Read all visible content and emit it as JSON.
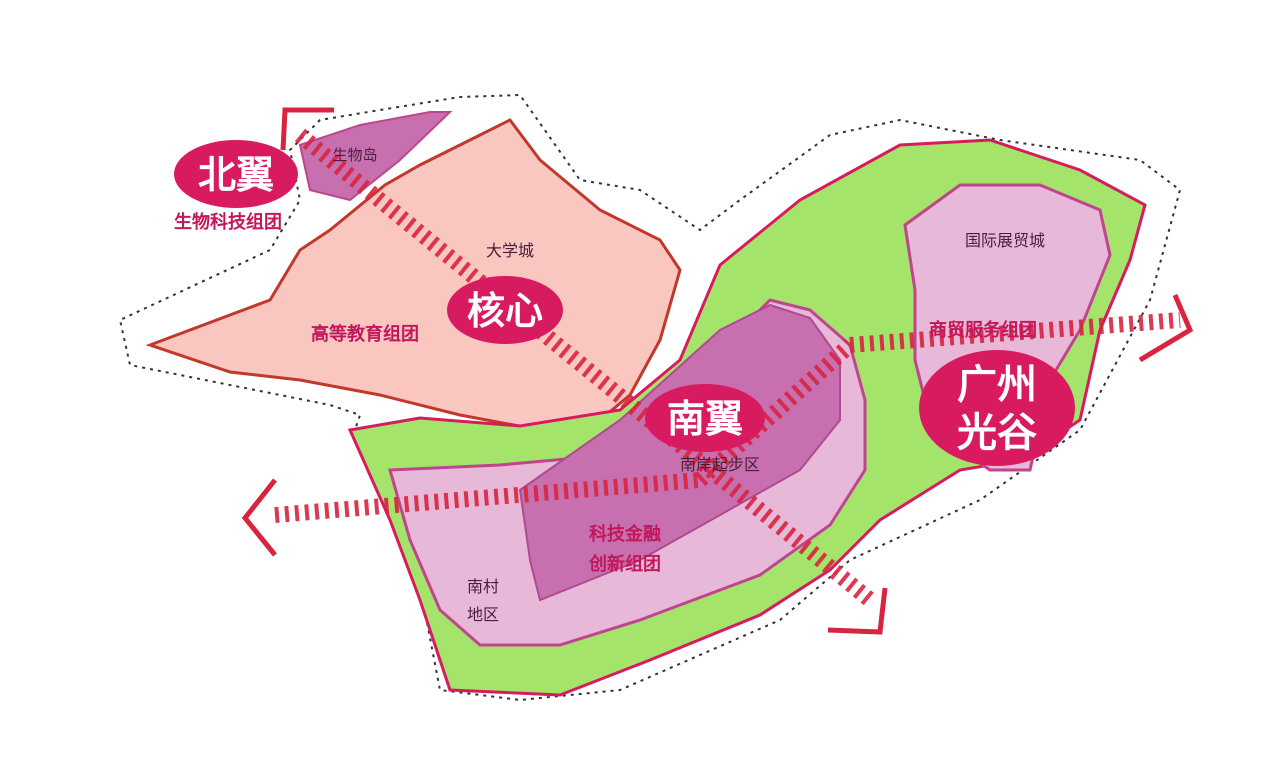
{
  "map": {
    "colors": {
      "green_zone": "#a5e46a",
      "green_zone_border": "#d81b60",
      "inner_zone": "#e8b8d8",
      "inner_zone_border": "#c0458f",
      "innovation_zone": "#c86fb0",
      "university_zone": "#f9c6c0",
      "university_border": "#c0392b",
      "node_fill": "#d81b60",
      "corridor": "#d8243f",
      "boundary": "#333333"
    },
    "nodes": {
      "beiwan": "北翼",
      "hexin": "核心",
      "nanyi": "南翼",
      "guangzhou_guanggu_line1": "广州",
      "guangzhou_guanggu_line2": "光谷"
    },
    "zone_labels": {
      "shengwudao": "生物岛",
      "shengwu_keji": "生物科技组团",
      "daxuecheng": "大学城",
      "gaodeng_jiaoyu": "高等教育组团",
      "guoji_zhanmao": "国际展贸城",
      "shangmao_fuwu": "商贸服务组团",
      "nansha_qibuqu": "南岸起步区",
      "keji_chuangxin_line1": "科技金融",
      "keji_chuangxin_line2": "创新组团",
      "nancun_line1": "南村",
      "nancun_line2": "地区"
    }
  }
}
